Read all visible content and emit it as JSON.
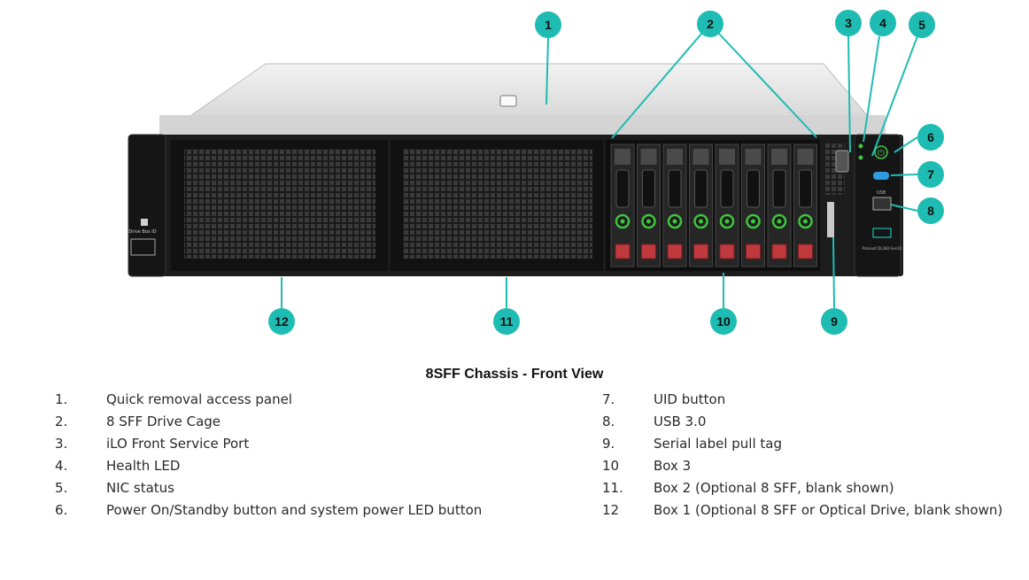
{
  "caption": "8SFF Chassis - Front View",
  "colors": {
    "callout": "#1fbcb3",
    "callout_line": "#1fbcb3",
    "chassis": "#1c1c1c",
    "top_panel": "#e6e6e6",
    "drive_led": "#3ec43e",
    "drive_release": "#c0393d",
    "uid": "#2e9be0"
  },
  "callouts": [
    "1",
    "2",
    "3",
    "4",
    "5",
    "6",
    "7",
    "8",
    "9",
    "10",
    "11",
    "12"
  ],
  "panel_text": {
    "drive_box": "Drive Box ID",
    "usb": "USB",
    "model": "ProLiant DL180 Gen10"
  },
  "legend_left": [
    {
      "num": "1.",
      "text": "Quick removal access panel"
    },
    {
      "num": "2.",
      "text": "8 SFF Drive Cage"
    },
    {
      "num": "3.",
      "text": "iLO Front Service Port"
    },
    {
      "num": "4.",
      "text": "Health LED"
    },
    {
      "num": "5.",
      "text": "NIC status"
    },
    {
      "num": "6.",
      "text": "Power On/Standby button and system power LED button"
    }
  ],
  "legend_right": [
    {
      "num": "7.",
      "text": "UID button"
    },
    {
      "num": "8.",
      "text": "USB 3.0"
    },
    {
      "num": "9.",
      "text": "Serial label pull tag"
    },
    {
      "num": "10",
      "text": "Box 3"
    },
    {
      "num": "11.",
      "text": "Box 2 (Optional 8 SFF, blank shown)"
    },
    {
      "num": "12",
      "text": "Box 1 (Optional 8 SFF or Optical Drive, blank shown)"
    }
  ]
}
